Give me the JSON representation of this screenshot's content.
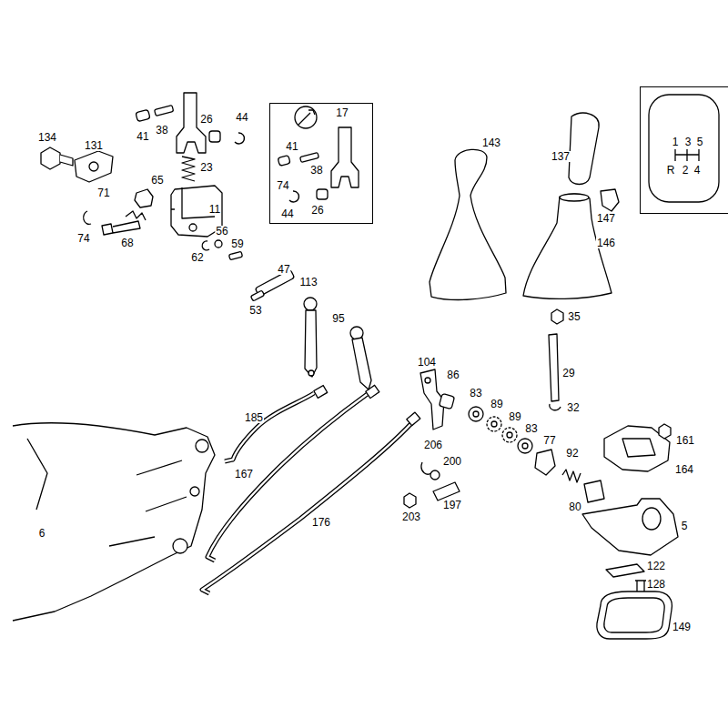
{
  "diagram": {
    "nodes": [
      {
        "text": [
          "17",
          "41",
          "38",
          "74",
          "44",
          "26"
        ]
      },
      {
        "text": [
          "1",
          "3",
          "5",
          "R",
          "2",
          "4"
        ]
      }
    ],
    "labels": [
      "134",
      "131",
      "41",
      "38",
      "26",
      "44",
      "23",
      "71",
      "65",
      "11",
      "74",
      "68",
      "56",
      "59",
      "62",
      "47",
      "113",
      "53",
      "95",
      "104",
      "86",
      "83",
      "89",
      "89",
      "83",
      "77",
      "92",
      "35",
      "29",
      "32",
      "185",
      "167",
      "176",
      "206",
      "200",
      "197",
      "203",
      "143",
      "137",
      "147",
      "146",
      "161",
      "164",
      "80",
      "5",
      "122",
      "128",
      "149",
      "6"
    ]
  }
}
